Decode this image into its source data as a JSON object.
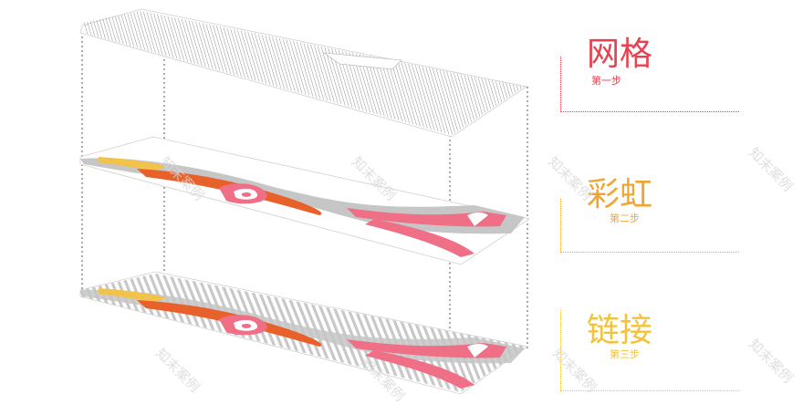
{
  "colors": {
    "grid": "#9a9a9a",
    "gray_band": "#c4c4c4",
    "pink": "#ef6f86",
    "orange": "#e8602a",
    "yellow": "#f2c24a",
    "step1": "#e8414f",
    "step2": "#f0a533",
    "step3": "#f2c23a",
    "watermark": "#d8d8d8"
  },
  "steps": [
    {
      "title": "网格",
      "subtitle": "第一步",
      "color_key": "step1",
      "icon": "dotted-bracket"
    },
    {
      "title": "彩虹",
      "subtitle": "第二步",
      "color_key": "step2",
      "icon": "dotted-bracket"
    },
    {
      "title": "链接",
      "subtitle": "第三步",
      "color_key": "step3",
      "icon": "dotted-bracket"
    }
  ],
  "watermark": {
    "text": "知末案例"
  }
}
